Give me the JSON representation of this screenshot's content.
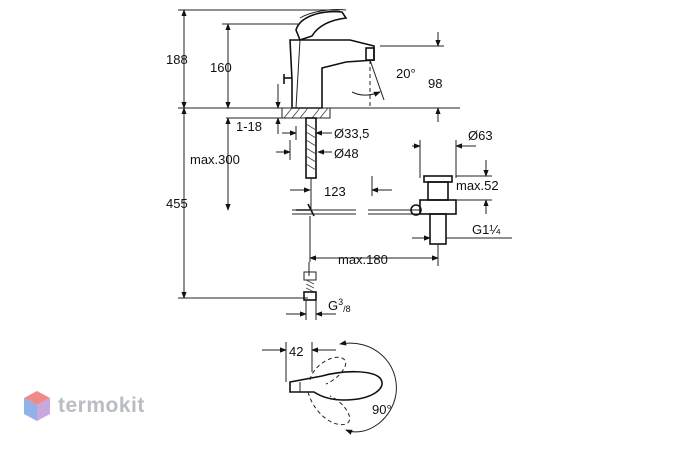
{
  "dimensions": {
    "h188": "188",
    "h160": "160",
    "angle_spout": "20°",
    "d98": "98",
    "thread_1_18": "1-18",
    "dia_33_5": "Ø33,5",
    "dia_48": "Ø48",
    "max300": "max.300",
    "dia_63": "Ø63",
    "max52": "max.52",
    "d123": "123",
    "h455": "455",
    "g1_1_4": "G1¼",
    "max180": "max.180",
    "g3_8_base": "G",
    "g3_8_num": "3",
    "g3_8_den": "/8",
    "d42": "42",
    "angle_lever": "90°"
  },
  "logo": {
    "text": "termokit",
    "colors": {
      "top": "#f08a8a",
      "left": "#8fb3e8",
      "right": "#c9a8e0"
    }
  }
}
